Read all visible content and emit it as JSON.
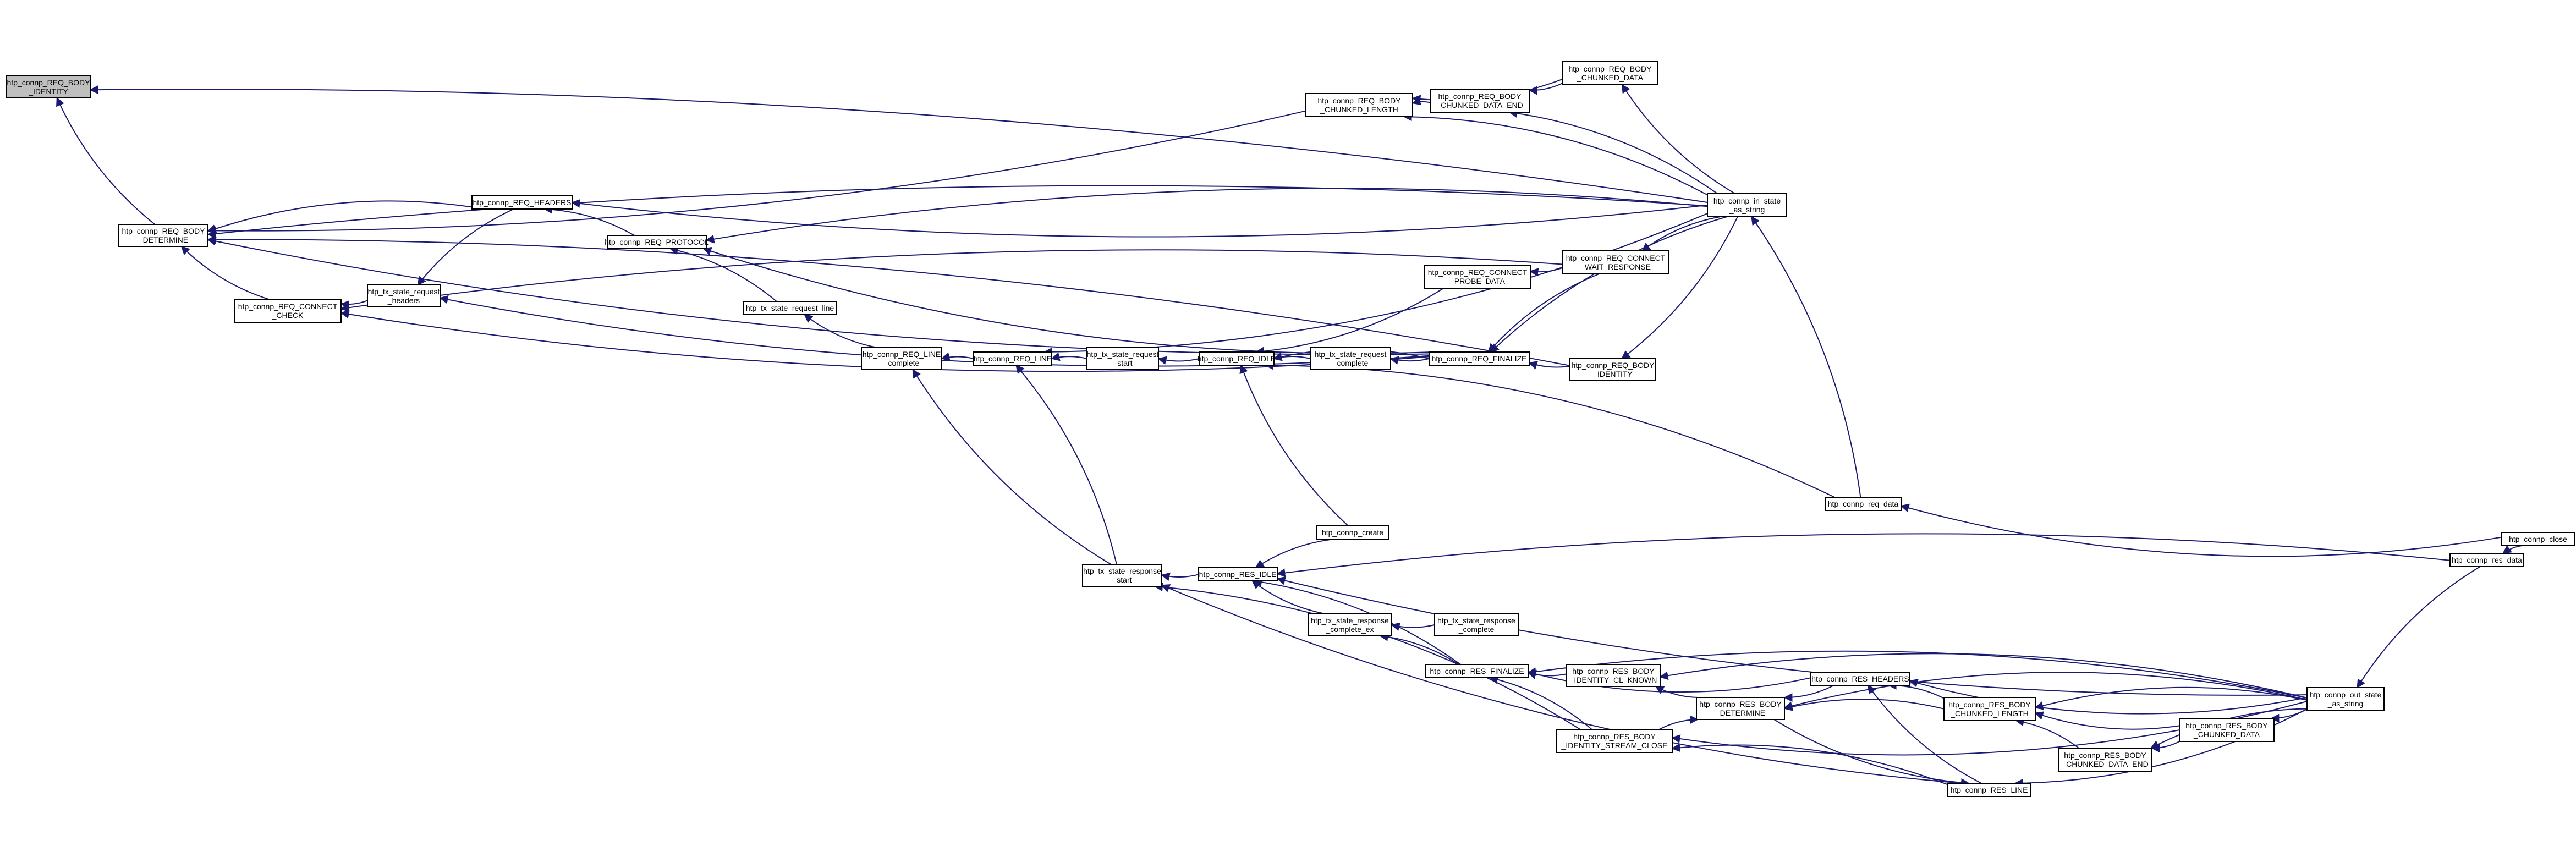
{
  "colors": {
    "edge": "#191970",
    "node_fill": "#ffffff",
    "root_fill": "#bfbfbf",
    "border": "#000000"
  },
  "nodes": {
    "root": [
      "htp_connp_REQ_BODY",
      "_IDENTITY"
    ],
    "req_body_determine": [
      "htp_connp_REQ_BODY",
      "_DETERMINE"
    ],
    "req_connect_check": [
      "htp_connp_REQ_CONNECT",
      "_CHECK"
    ],
    "tx_state_request_headers": [
      "htp_tx_state_request",
      "_headers"
    ],
    "req_headers": [
      "htp_connp_REQ_HEADERS"
    ],
    "req_protocol": [
      "htp_connp_REQ_PROTOCOL"
    ],
    "tx_state_request_line": [
      "htp_tx_state_request_line"
    ],
    "req_line_complete": [
      "htp_connp_REQ_LINE",
      "_complete"
    ],
    "req_line": [
      "htp_connp_REQ_LINE"
    ],
    "tx_state_request_start": [
      "htp_tx_state_request",
      "_start"
    ],
    "req_idle": [
      "htp_connp_REQ_IDLE"
    ],
    "tx_state_request_complete": [
      "htp_tx_state_request",
      "_complete"
    ],
    "req_finalize": [
      "htp_connp_REQ_FINALIZE"
    ],
    "req_connect_probe_data": [
      "htp_connp_REQ_CONNECT",
      "_PROBE_DATA"
    ],
    "req_connect_wait_response": [
      "htp_connp_REQ_CONNECT",
      "_WAIT_RESPONSE"
    ],
    "req_body_identity_right": [
      "htp_connp_REQ_BODY",
      "_IDENTITY"
    ],
    "req_body_chunked_length": [
      "htp_connp_REQ_BODY",
      "_CHUNKED_LENGTH"
    ],
    "req_body_chunked_data_end": [
      "htp_connp_REQ_BODY",
      "_CHUNKED_DATA_END"
    ],
    "req_body_chunked_data": [
      "htp_connp_REQ_BODY",
      "_CHUNKED_DATA"
    ],
    "in_state_as_string": [
      "htp_connp_in_state",
      "_as_string"
    ],
    "req_data": [
      "htp_connp_req_data"
    ],
    "connp_close": [
      "htp_connp_close"
    ],
    "connp_create": [
      "htp_connp_create"
    ],
    "tx_state_response_start": [
      "htp_tx_state_response",
      "_start"
    ],
    "res_idle": [
      "htp_connp_RES_IDLE"
    ],
    "res_data": [
      "htp_connp_res_data"
    ],
    "tx_state_response_complete_ex": [
      "htp_tx_state_response",
      "_complete_ex"
    ],
    "tx_state_response_complete": [
      "htp_tx_state_response",
      "_complete"
    ],
    "res_finalize": [
      "htp_connp_RES_FINALIZE"
    ],
    "res_body_identity_cl_known": [
      "htp_connp_RES_BODY",
      "_IDENTITY_CL_KNOWN"
    ],
    "res_headers": [
      "htp_connp_RES_HEADERS"
    ],
    "res_body_determine": [
      "htp_connp_RES_BODY",
      "_DETERMINE"
    ],
    "res_body_chunked_length": [
      "htp_connp_RES_BODY",
      "_CHUNKED_LENGTH"
    ],
    "res_body_identity_stream_close": [
      "htp_connp_RES_BODY",
      "_IDENTITY_STREAM_CLOSE"
    ],
    "res_line": [
      "htp_connp_RES_LINE"
    ],
    "res_body_chunked_data_end": [
      "htp_connp_RES_BODY",
      "_CHUNKED_DATA_END"
    ],
    "res_body_chunked_data": [
      "htp_connp_RES_BODY",
      "_CHUNKED_DATA"
    ],
    "out_state_as_string": [
      "htp_connp_out_state",
      "_as_string"
    ]
  }
}
